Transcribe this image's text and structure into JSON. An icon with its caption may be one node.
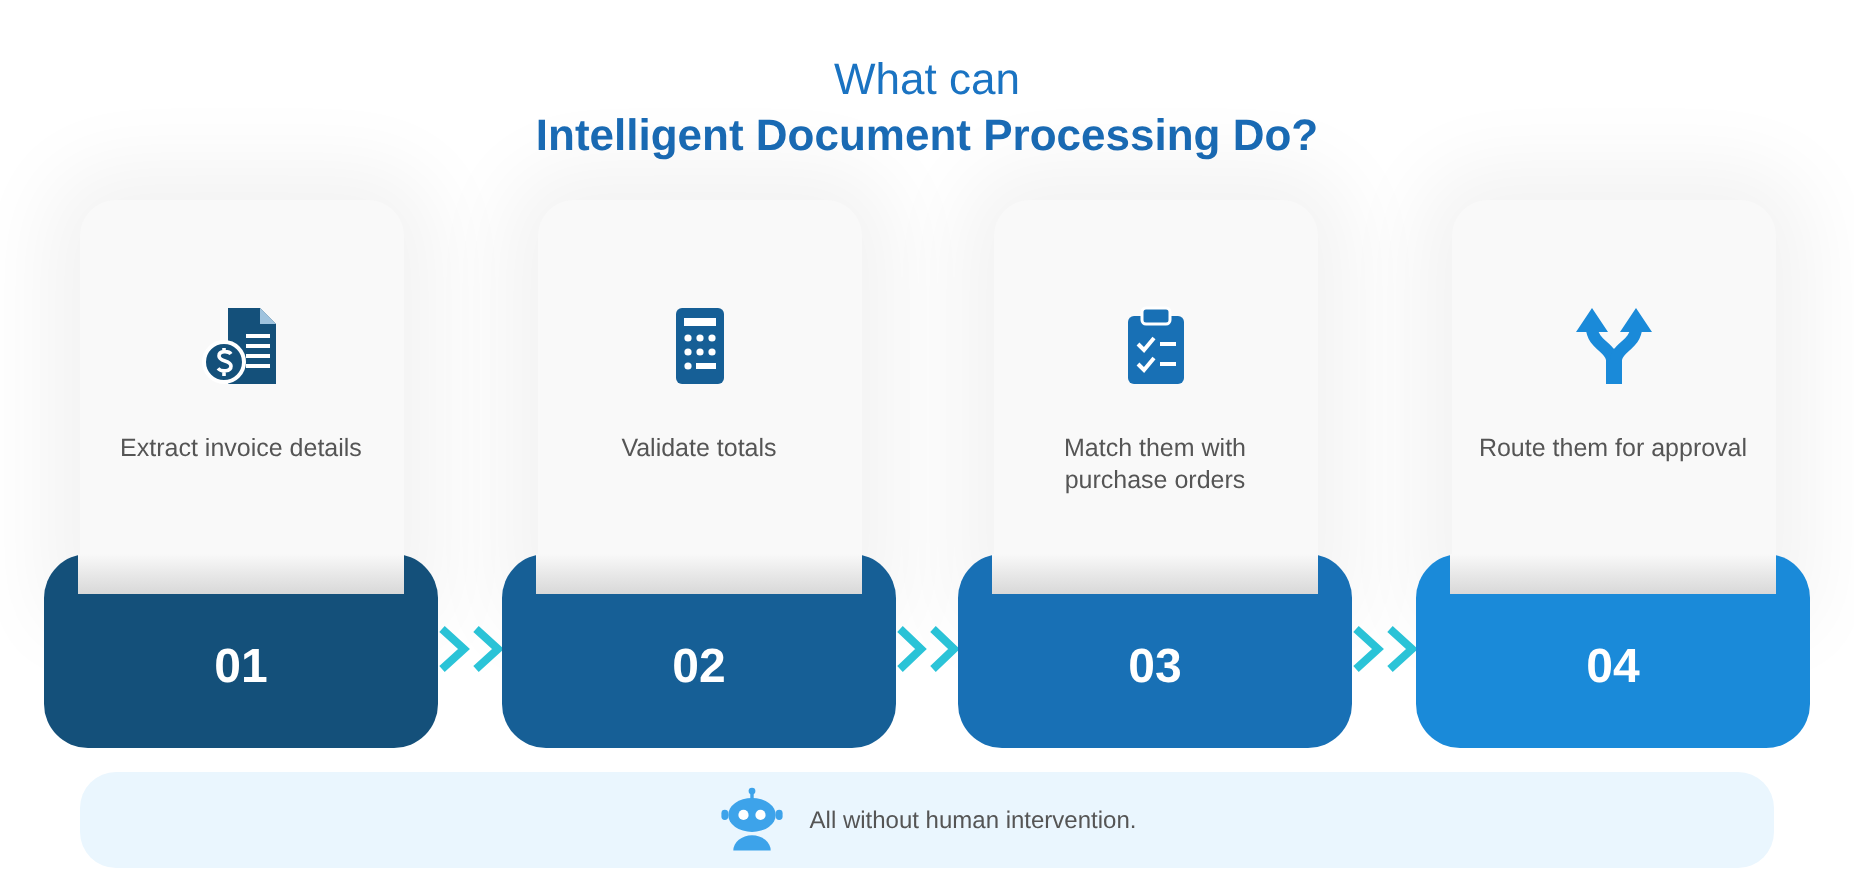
{
  "diagram": {
    "title": "What can **Intelligent Document Processing Do?**",
    "nodes": [
      {
        "text": [
          "Extract invoice details",
          "01"
        ]
      },
      {
        "text": [
          "Validate totals",
          "02"
        ]
      },
      {
        "text": [
          "Match them with purchase orders",
          "03"
        ]
      },
      {
        "text": [
          "Route them for approval",
          "04"
        ]
      },
      {
        "text": [
          "All without human intervention."
        ]
      }
    ],
    "edges": [
      {
        "from": 0,
        "to": 1,
        "arrow": "to"
      },
      {
        "from": 1,
        "to": 2,
        "arrow": "to"
      },
      {
        "from": 2,
        "to": 3,
        "arrow": "to"
      }
    ]
  }
}
